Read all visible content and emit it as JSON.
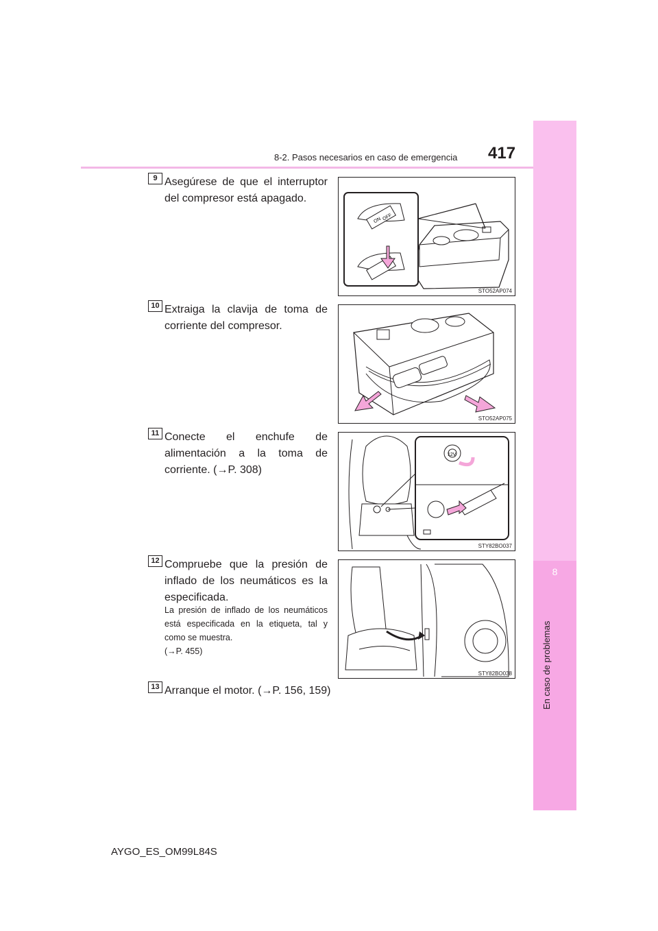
{
  "header": {
    "section_title": "8-2. Pasos necesarios en caso de emergencia",
    "page_number": "417"
  },
  "side_tab": {
    "chapter_number": "8",
    "chapter_title": "En caso de problemas",
    "color": "#fac0ee"
  },
  "steps": [
    {
      "number": "9",
      "text": "Asegúrese de que el interruptor del compresor está apagado.",
      "figure_code": "STO52AP074"
    },
    {
      "number": "10",
      "text": "Extraiga la clavija de toma de corriente del compresor.",
      "figure_code": "STO52AP075"
    },
    {
      "number": "11",
      "text": "Conecte el enchufe de alimentación a la toma de corriente. (→P. 308)",
      "figure_code": "STY82BO037"
    },
    {
      "number": "12",
      "text": "Compruebe que la presión de inflado de los neumáticos es la especificada.",
      "note": "La presión de inflado de los neumáticos está especificada en la etiqueta, tal y como se muestra.",
      "note_ref": "(→P. 455)",
      "figure_code": "STY82BO038"
    },
    {
      "number": "13",
      "text": "Arranque el motor. (→P. 156, 159)"
    }
  ],
  "figure_labels": {
    "switch_on": "ON",
    "switch_off": "OFF",
    "socket": "12V"
  },
  "footer": {
    "doc_code": "AYGO_ES_OM99L84S"
  },
  "colors": {
    "accent_pink": "#f3b8e6",
    "arrow_pink": "#f4a6d9"
  }
}
